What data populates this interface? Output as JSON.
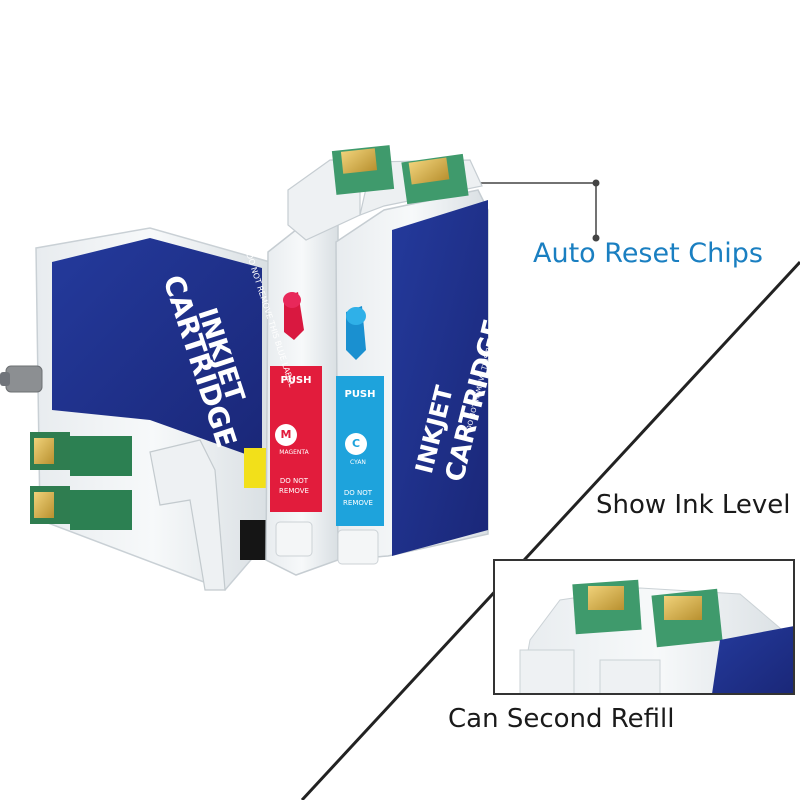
{
  "callouts": {
    "auto_reset": "Auto Reset Chips",
    "show_ink": "Show Ink Level",
    "second_refill": "Can Second Refill"
  },
  "cartridge_label": {
    "line1": "INKJET",
    "line2": "CARTRIDGE",
    "warning": "DO NOT REMOVE THIS BLUE LABEL"
  },
  "magenta_tag": {
    "push": "PUSH",
    "letter": "M",
    "name": "MAGENTA",
    "warning1": "DO NOT",
    "warning2": "REMOVE"
  },
  "cyan_tag": {
    "push": "PUSH",
    "letter": "C",
    "name": "CYAN",
    "warning1": "DO NOT",
    "warning2": "REMOVE"
  },
  "colors": {
    "label_blue": "#1f2f8c",
    "magenta": "#e21c3c",
    "cyan": "#1ea3dc",
    "callout_blue": "#1a7fc1",
    "chip_gold": "#d8b44a",
    "chip_green": "#3f9a6c"
  }
}
